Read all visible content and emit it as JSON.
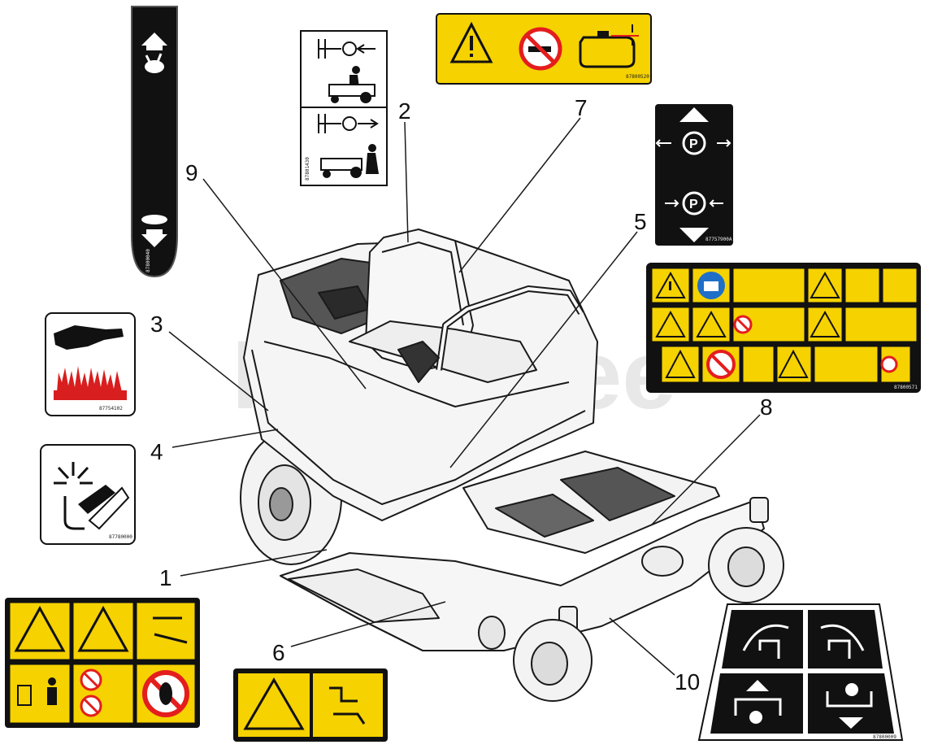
{
  "diagram": {
    "watermark": "PartsTree",
    "callouts": [
      "1",
      "2",
      "3",
      "4",
      "5",
      "6",
      "7",
      "8",
      "9",
      "10"
    ]
  },
  "decals": {
    "hot_surface": {
      "code": "87754102",
      "icon": "hot-hand-flames-icon"
    },
    "fuel_cap_pressure": {
      "code": "87780000",
      "icon": "pressure-release-icon"
    },
    "throttle_choke": {
      "code": "87800040",
      "icon": "rabbit-turtle-icon"
    },
    "seat_switch": {
      "code": "87801430",
      "icon": "operator-presence-icon"
    },
    "fuel_warning": {
      "code": "87800520",
      "icon": "no-smoking-fuel-tank-icon"
    },
    "parking_brake": {
      "code": "87757900A",
      "icon": "parking-brake-icon"
    },
    "main_warning": {
      "code": "87800571",
      "icon": "safety-warning-panel-icon"
    },
    "deck_warning": {
      "code": "",
      "icon": "blade-warning-panel-icon"
    },
    "deck_lift": {
      "code": "",
      "icon": "deck-lift-pedal-icon"
    },
    "steering": {
      "code": "87800009",
      "icon": "steering-direction-icon"
    }
  },
  "colors": {
    "decal_yellow": "#f5d200",
    "decal_black": "#111111",
    "flame_red": "#d81e1e",
    "prohibit_red": "#e41d1d",
    "info_blue": "#1f6fc9",
    "line": "#1a1a1a"
  }
}
